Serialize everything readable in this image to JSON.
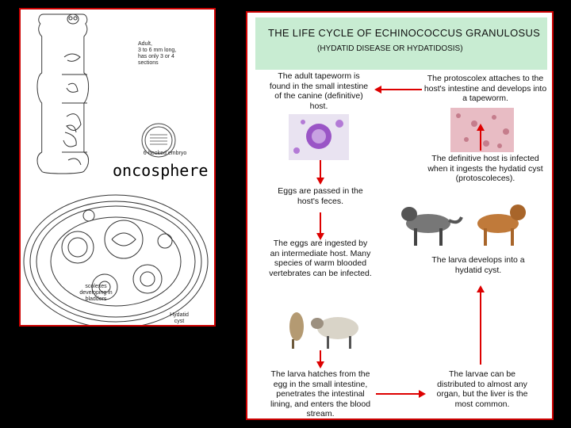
{
  "left": {
    "adult_label": [
      "Adult,",
      "3 to 6 mm long,",
      "has only 3 or 4 sections"
    ],
    "embryo_label": "6-hooked embryo",
    "oncosphere": "oncosphere",
    "scolexes_label": [
      "scolexes",
      "developing in",
      "bladders"
    ],
    "cyst_label": [
      "Hydatid",
      "cyst"
    ]
  },
  "right": {
    "title": "THE LIFE CYCLE OF ECHINOCOCCUS GRANULOSUS",
    "subtitle": "(HYDATID DISEASE OR HYDATIDOSIS)",
    "steps": {
      "adult": "The adult tapeworm is found in the small intestine of the canine (definitive) host.",
      "protoscolex": "The protoscolex attaches to the host's intestine and develops into a tapeworm.",
      "eggs_passed": "Eggs are passed in the host's feces.",
      "definitive": "The definitive host is infected when it ingests the hydatid cyst (protoscoleces).",
      "ingested": "The eggs are ingested by an intermediate host. Many species of warm blooded vertebrates can be infected.",
      "cyst": "The larva develops into a hydatid cyst.",
      "hatches": "The larva hatches from the egg in the small intestine, penetrates the intestinal lining, and enters the blood stream.",
      "distributed": "The larvae can be distributed to almost any organ, but the liver is the most common."
    }
  },
  "colors": {
    "border": "#cc0000",
    "arrow": "#dd0000",
    "title_bg": "#c8ecd2"
  }
}
